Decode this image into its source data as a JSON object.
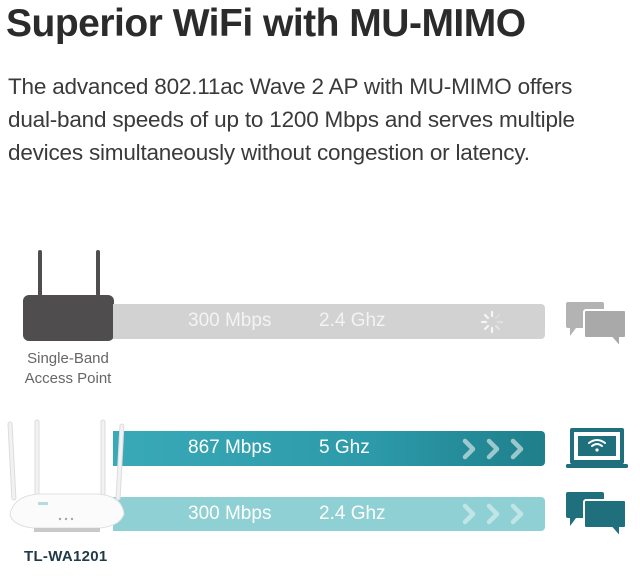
{
  "title": "Superior WiFi with MU-MIMO",
  "description": {
    "lines": [
      "The advanced 802.11ac Wave 2 AP with MU-MIMO offers",
      "dual-band speeds of up to 1200 Mbps and serves multiple",
      "devices simultaneously without congestion or latency."
    ]
  },
  "single_band": {
    "device_label_line1": "Single-Band",
    "device_label_line2": "Access Point",
    "bars": [
      {
        "speed": "300 Mbps",
        "band": "2.4 Ghz",
        "status_icon": "loading-spinner-icon",
        "client_icon": "chat-bubbles-icon",
        "color": "#d2d2d2"
      }
    ]
  },
  "dual_band": {
    "device_label": "TL-WA1201",
    "bars": [
      {
        "speed": "867 Mbps",
        "band": "5 Ghz",
        "status_icon": "chevrons-right-icon",
        "client_icon": "laptop-wifi-icon",
        "color": "#2c9aa9"
      },
      {
        "speed": "300 Mbps",
        "band": "2.4 Ghz",
        "status_icon": "chevrons-right-icon",
        "client_icon": "chat-bubbles-icon",
        "color": "#8ed0d3"
      }
    ]
  },
  "colors": {
    "gray_icon": "#a9a9a9",
    "teal_icon": "#1f6f7c",
    "ap_body": "#4f4d4d"
  }
}
